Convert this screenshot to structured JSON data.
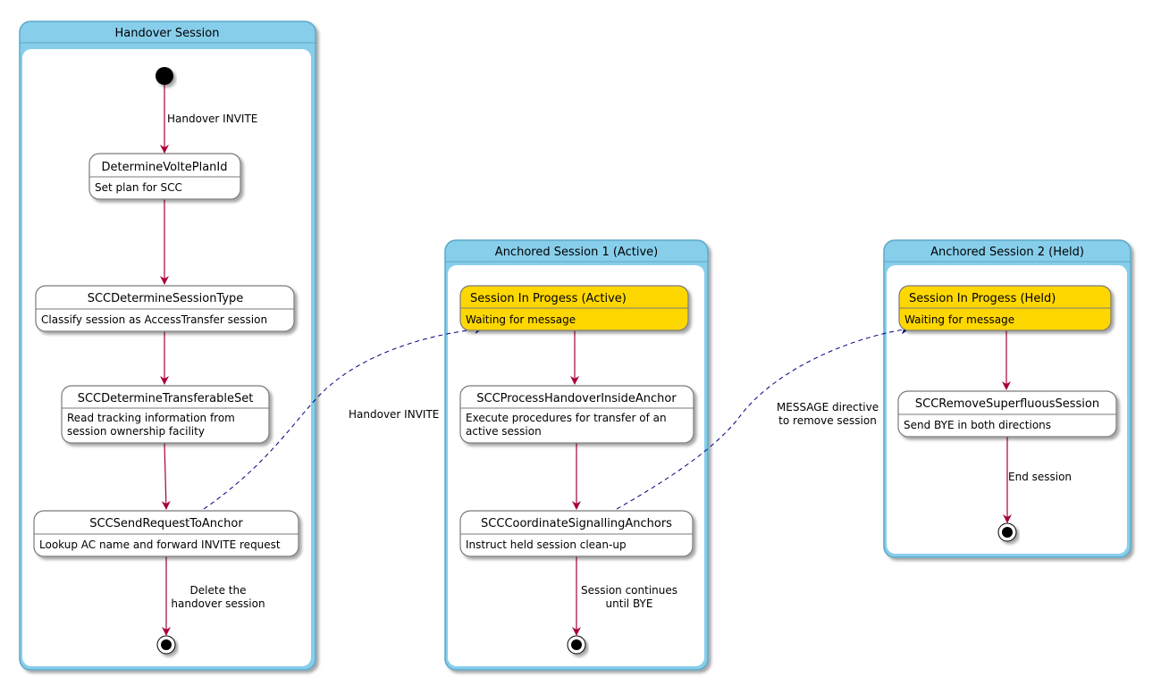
{
  "diagram": {
    "lanes": {
      "handover": {
        "title": "Handover Session"
      },
      "anchored1": {
        "title": "Anchored Session 1 (Active)"
      },
      "anchored2": {
        "title": "Anchored Session 2 (Held)"
      }
    },
    "states": {
      "determine_volte_plan_id": {
        "title": "DetermineVoltePlanId",
        "desc": [
          "Set plan for SCC"
        ]
      },
      "scc_determine_session_type": {
        "title": "SCCDetermineSessionType",
        "desc": [
          "Classify session as AccessTransfer session"
        ]
      },
      "scc_determine_transferable_set": {
        "title": "SCCDetermineTransferableSet",
        "desc": [
          "Read tracking information from",
          "session ownership facility"
        ]
      },
      "scc_send_request_to_anchor": {
        "title": "SCCSendRequestToAnchor",
        "desc": [
          "Lookup AC name and forward INVITE request"
        ]
      },
      "session_in_progress_active": {
        "title": "Session In Progess (Active)",
        "desc": [
          "Waiting for message"
        ]
      },
      "scc_process_handover_inside_anchor": {
        "title": "SCCProcessHandoverInsideAnchor",
        "desc": [
          "Execute procedures for transfer of an",
          "active session"
        ]
      },
      "scc_coordinate_signalling_anchors": {
        "title": "SCCCoordinateSignallingAnchors",
        "desc": [
          "Instruct held session clean-up"
        ]
      },
      "session_in_progress_held": {
        "title": "Session In Progess (Held)",
        "desc": [
          "Waiting for message"
        ]
      },
      "scc_remove_superfluous_session": {
        "title": "SCCRemoveSuperfluousSession",
        "desc": [
          "Send BYE in both directions"
        ]
      }
    },
    "edge_labels": {
      "handover_invite_start": [
        "Handover INVITE"
      ],
      "delete_handover": [
        "Delete the",
        "handover session"
      ],
      "handover_invite_cross": [
        "Handover INVITE"
      ],
      "session_continues": [
        "Session continues",
        "until BYE"
      ],
      "message_directive": [
        "MESSAGE directive",
        "to remove session"
      ],
      "end_session": [
        "End session"
      ]
    },
    "colors": {
      "lane_header": "#87CEEB",
      "lane_border": "#5BA8C8",
      "highlight_state": "#FFD700",
      "state_border": "#7A7A7A",
      "transition": "#A80036",
      "cross_link": "#000080"
    }
  }
}
